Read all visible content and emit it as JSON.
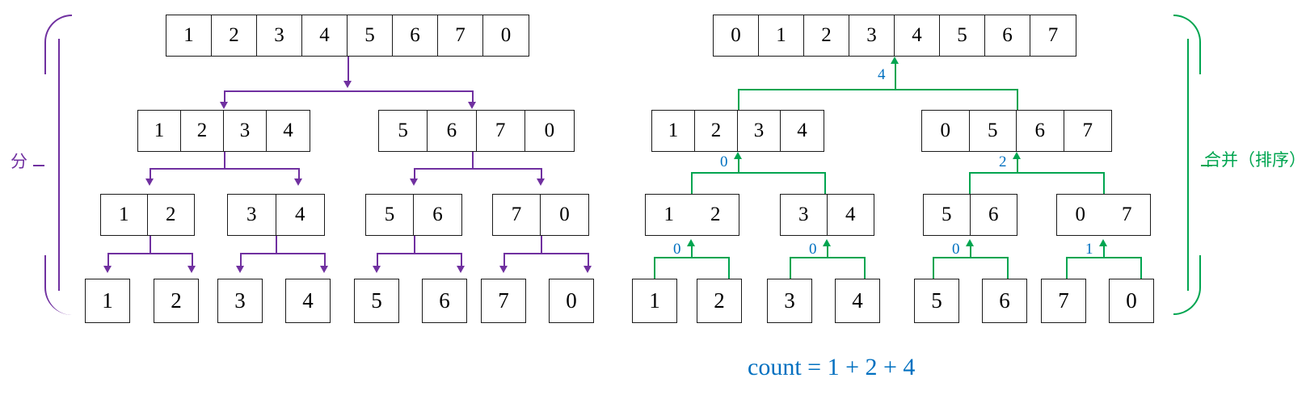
{
  "diagram": {
    "title": "merge-sort-divide-and-merge",
    "colors": {
      "divide": "#7030A0",
      "merge": "#00A550",
      "count": "#0070C0",
      "box_border": "#1a1a1a"
    },
    "left_label": "分",
    "right_label": "合并（排序）",
    "formula": "count = 1 + 2 + 4"
  },
  "divide": {
    "level0": [
      "1",
      "2",
      "3",
      "4",
      "5",
      "6",
      "7",
      "0"
    ],
    "level1": [
      [
        "1",
        "2",
        "3",
        "4"
      ],
      [
        "5",
        "6",
        "7",
        "0"
      ]
    ],
    "level2": [
      [
        "1",
        "2"
      ],
      [
        "3",
        "4"
      ],
      [
        "5",
        "6"
      ],
      [
        "7",
        "0"
      ]
    ],
    "level3": [
      "1",
      "2",
      "3",
      "4",
      "5",
      "6",
      "7",
      "0"
    ]
  },
  "merge": {
    "level3": [
      "1",
      "2",
      "3",
      "4",
      "5",
      "6",
      "7",
      "0"
    ],
    "level2": [
      [
        "1",
        "2"
      ],
      [
        "3",
        "4"
      ],
      [
        "5",
        "6"
      ],
      [
        "0",
        "7"
      ]
    ],
    "level2_counts": [
      "0",
      "0",
      "0",
      "1"
    ],
    "level1": [
      [
        "1",
        "2",
        "3",
        "4"
      ],
      [
        "0",
        "5",
        "6",
        "7"
      ]
    ],
    "level1_counts": [
      "0",
      "2"
    ],
    "level0": [
      "0",
      "1",
      "2",
      "3",
      "4",
      "5",
      "6",
      "7"
    ],
    "level0_count": "4"
  }
}
